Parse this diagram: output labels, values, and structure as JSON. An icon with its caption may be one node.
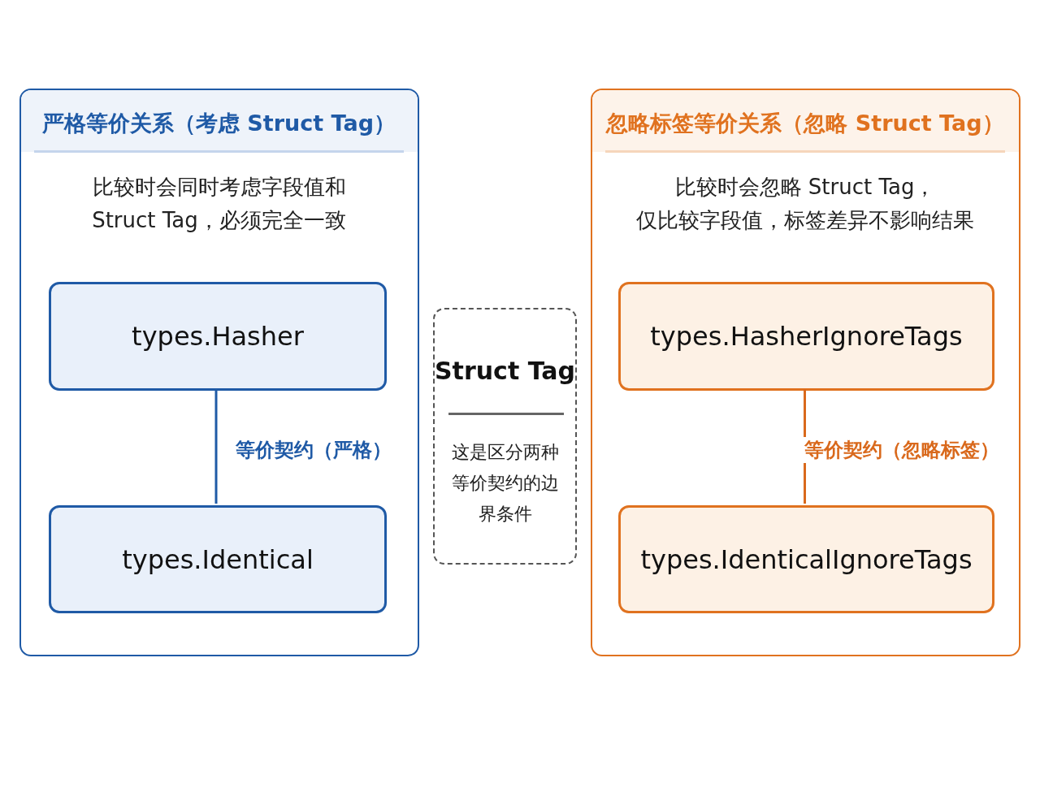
{
  "diagram": {
    "nodes": [
      {
        "text": [
          "严格等价关系（考虑 Struct Tag）",
          "比较时会同时考虑字段值和 Struct Tag，必须完全一致"
        ]
      },
      {
        "text": [
          "types.Hasher"
        ],
        "in": 0
      },
      {
        "text": [
          "types.Identical"
        ],
        "in": 0
      },
      {
        "text": [
          "Struct Tag",
          "这是区分两种等价契约的边界条件"
        ]
      },
      {
        "text": [
          "忽略标签等价关系（忽略 Struct Tag）",
          "比较时会忽略 Struct Tag，仅比较字段值，标签差异不影响结果"
        ]
      },
      {
        "text": [
          "types.HasherIgnoreTags"
        ],
        "in": 4
      },
      {
        "text": [
          "types.IdenticalIgnoreTags"
        ],
        "in": 4
      }
    ],
    "edges": [
      {
        "from": 1,
        "to": 2,
        "arrow": "none",
        "label": "等价契约（严格）",
        "color": "#1f5aa6"
      },
      {
        "from": 5,
        "to": 6,
        "arrow": "none",
        "label": "等价契约（忽略标签）",
        "color": "#d9691c"
      }
    ]
  }
}
